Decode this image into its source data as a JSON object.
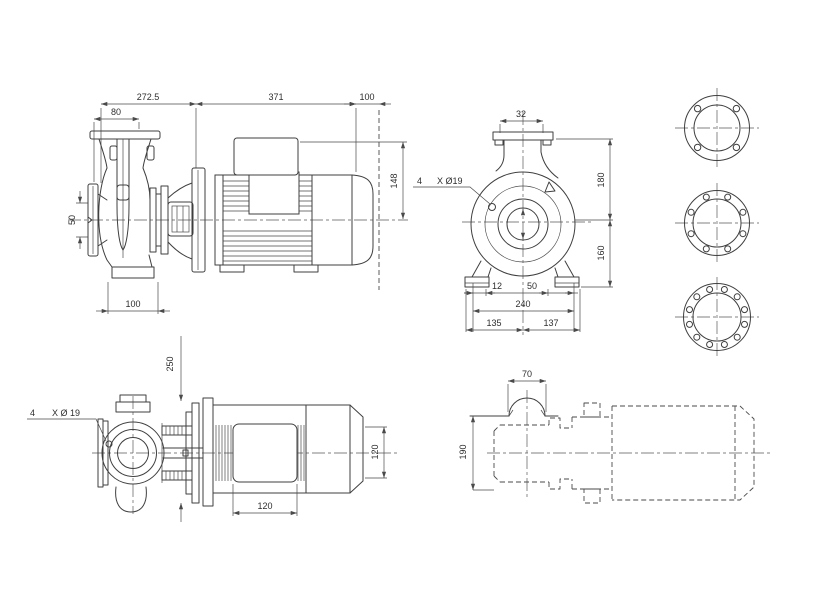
{
  "drawing": {
    "background": "#ffffff",
    "line_color": "#3f3f3f",
    "side_view": {
      "dim_pump_length": "272.5",
      "dim_motor_length": "371",
      "dim_dismantle_clearance": "100",
      "dim_suction_offset": "80",
      "dim_discharge_port": "50",
      "dim_foot_length": "100",
      "dim_terminal_height": "148"
    },
    "front_view": {
      "dim_port_neck": "32",
      "bolt_qty": "4",
      "bolt_dia": "X Ø19",
      "dim_top_half": "180",
      "dim_bottom_half": "160",
      "dim_foot_a": "12",
      "dim_foot_b": "50",
      "dim_foot_span": "240",
      "dim_half_left": "135",
      "dim_half_right": "137"
    },
    "top_view": {
      "dim_width": "250",
      "bolt_qty": "4",
      "bolt_dia": "X Ø 19",
      "dim_frame": "120",
      "dim_motor_height": "120"
    },
    "outline_view": {
      "dim_port": "70",
      "dim_depth": "190"
    },
    "flanges": {
      "hole_counts": [
        4,
        8,
        12
      ]
    }
  }
}
